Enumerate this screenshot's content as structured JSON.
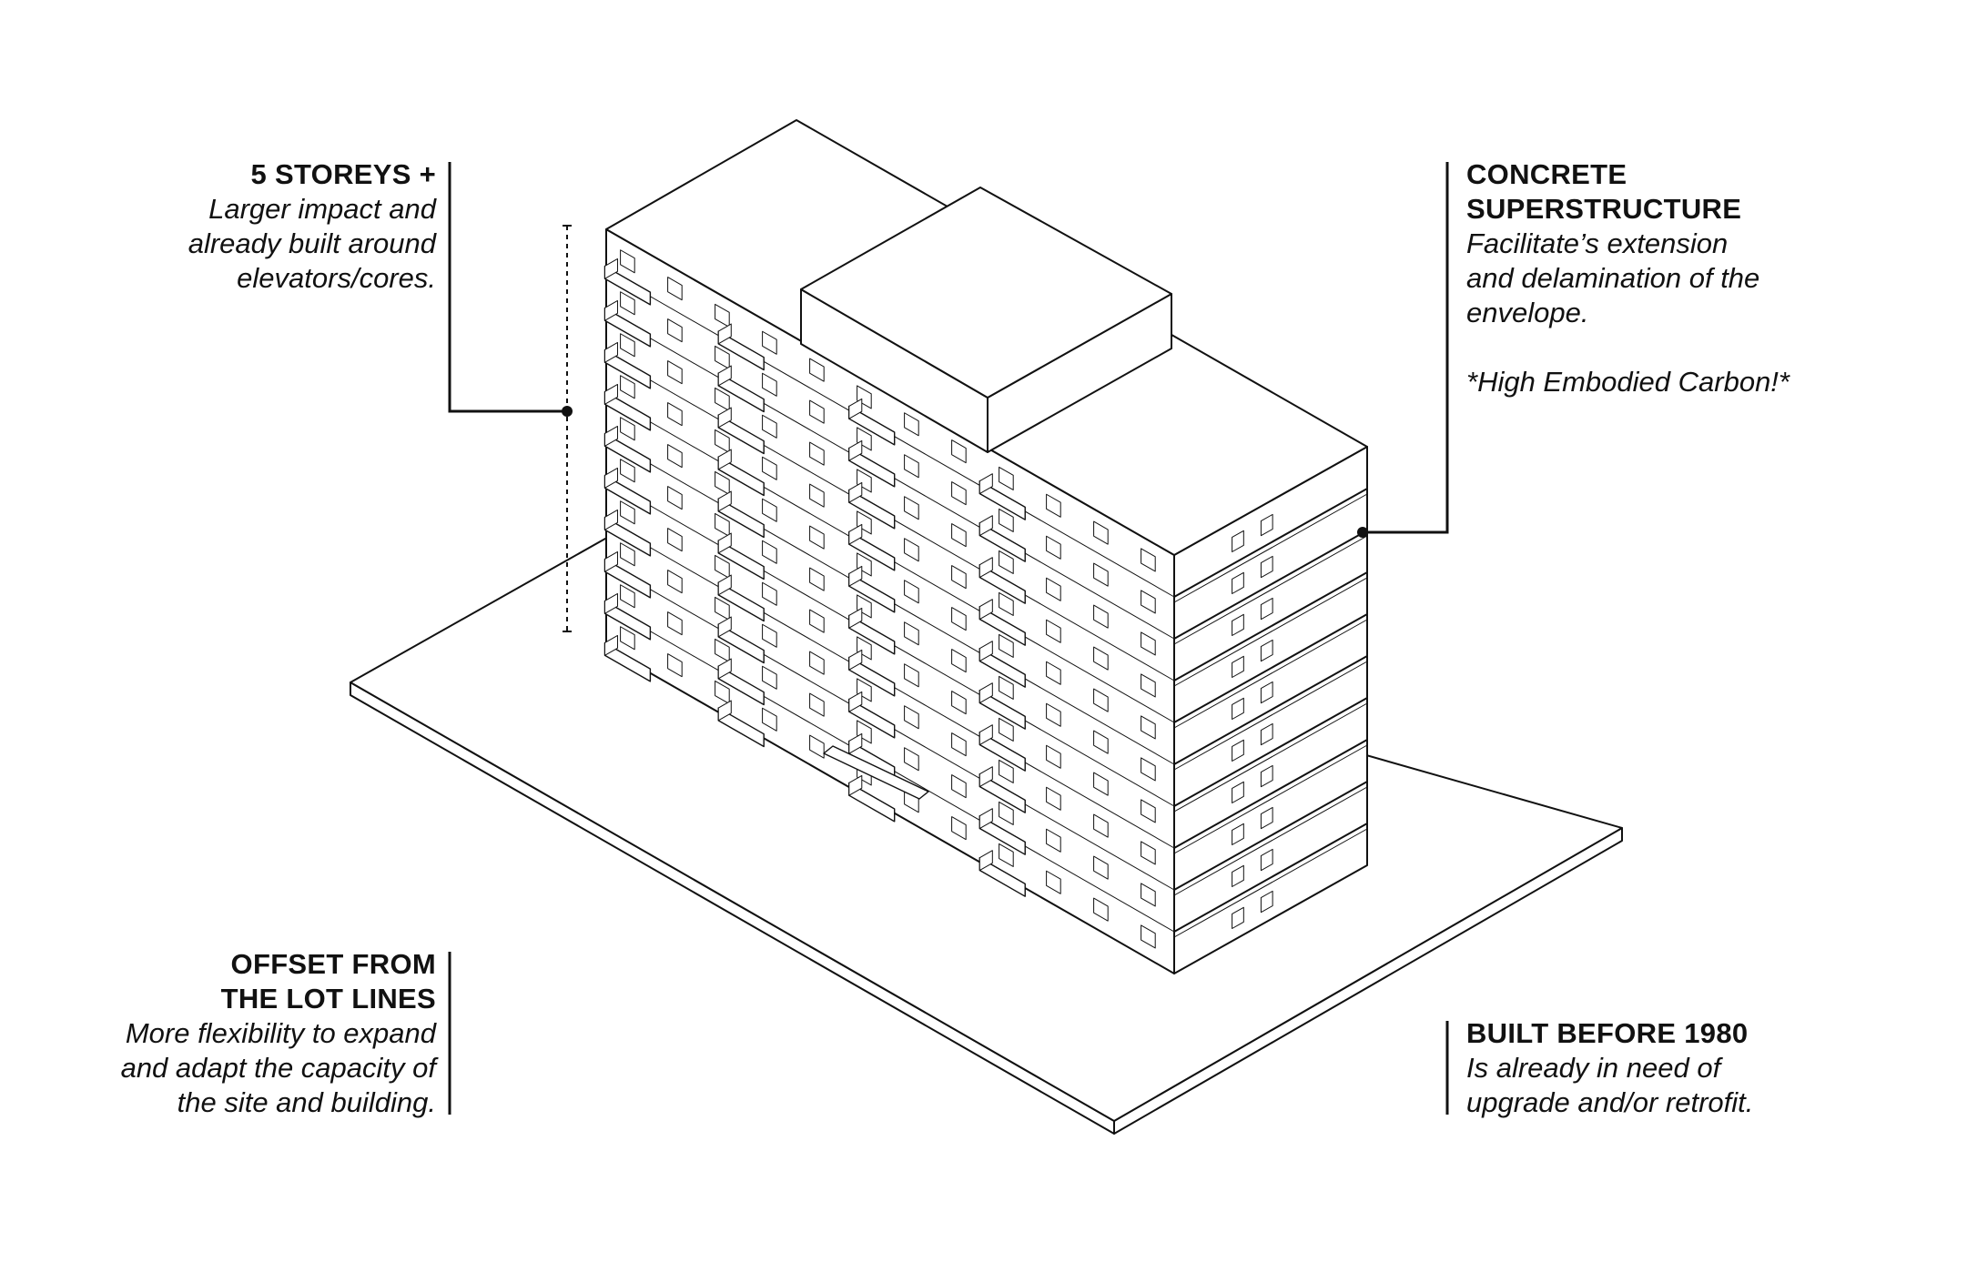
{
  "annotations": {
    "storeys": {
      "title": "5 STOREYS +",
      "lines": [
        "Larger impact and",
        "already built around",
        "elevators/cores."
      ]
    },
    "concrete": {
      "title_lines": [
        "CONCRETE",
        "SUPERSTRUCTURE"
      ],
      "lines": [
        "Facilitate’s extension",
        "and delamination of the",
        "envelope."
      ],
      "note": "*High Embodied Carbon!*"
    },
    "offset": {
      "title_lines": [
        "OFFSET FROM",
        "THE LOT LINES"
      ],
      "lines": [
        "More flexibility to expand",
        "and adapt the capacity of",
        "the site and building."
      ]
    },
    "built": {
      "title": "BUILT BEFORE 1980",
      "lines": [
        "Is already in need of",
        "upgrade and/or retrofit."
      ]
    }
  },
  "colors": {
    "line": "#111111",
    "fill": "#ffffff"
  }
}
